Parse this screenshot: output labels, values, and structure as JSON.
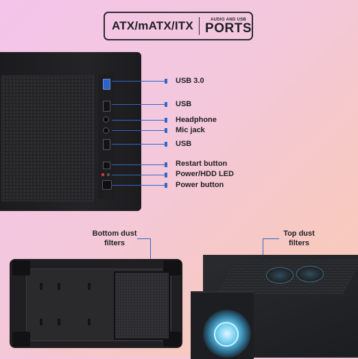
{
  "header": {
    "form_factors": "ATX/mATX/ITX",
    "subtitle": "AUDIO AND USB",
    "title": "PORTS"
  },
  "ports": [
    {
      "label": "USB 3.0"
    },
    {
      "label": "USB"
    },
    {
      "label": "Headphone"
    },
    {
      "label": "Mic jack"
    },
    {
      "label": "USB"
    },
    {
      "label": "Restart button"
    },
    {
      "label": "Power/HDD LED"
    },
    {
      "label": "Power button"
    }
  ],
  "callouts": {
    "bottom": {
      "line1": "Bottom dust",
      "line2": "filters"
    },
    "top": {
      "line1": "Top dust",
      "line2": "filters"
    }
  },
  "colors": {
    "accent": "#2e67c8",
    "usb3": "#2a64c9",
    "led": "#d8363a",
    "fan_glow": "#66c8ea"
  }
}
